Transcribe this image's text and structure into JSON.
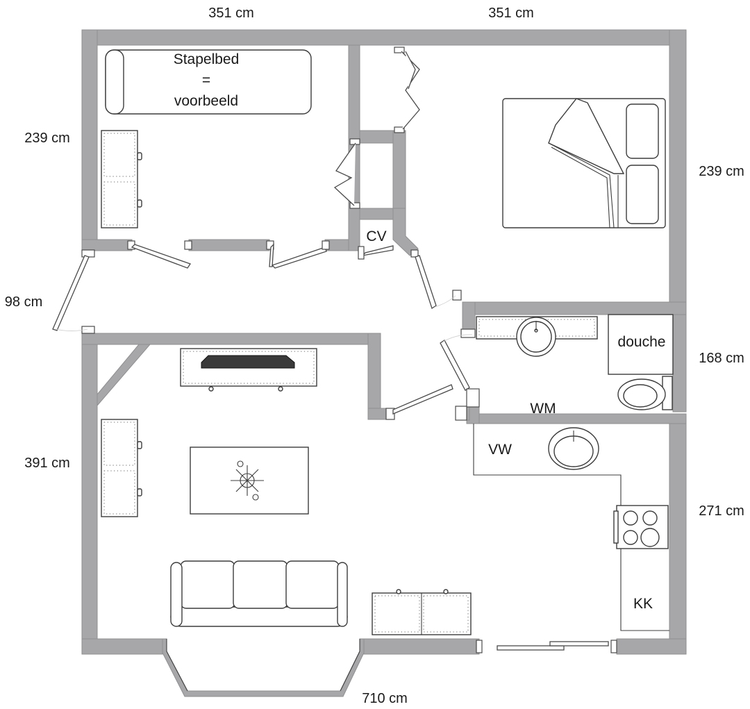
{
  "dimensions": {
    "top_left": "351 cm",
    "top_right": "351 cm",
    "left_bedroom": "239 cm",
    "left_hall": "98 cm",
    "left_living": "391 cm",
    "right_bedroom": "239 cm",
    "right_bathroom": "168 cm",
    "right_kitchen": "271 cm",
    "bottom": "710 cm"
  },
  "labels": {
    "bunk_bed_line1": "Stapelbed",
    "bunk_bed_line2": "=",
    "bunk_bed_line3": "voorbeeld",
    "cv": "CV",
    "shower": "douche",
    "washing_machine": "WM",
    "vw": "VW",
    "fridge": "KK"
  },
  "colors": {
    "wall_fill": "#a7a7a9",
    "line": "#3c3c3c",
    "background": "#ffffff"
  }
}
